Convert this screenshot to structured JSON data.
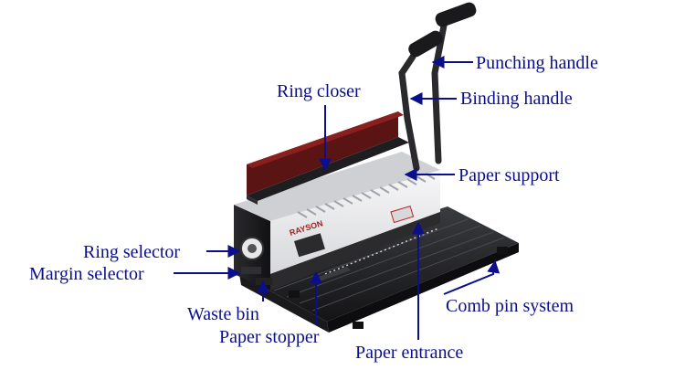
{
  "labels": {
    "punching_handle": "Punching handle",
    "binding_handle": "Binding handle",
    "ring_closer": "Ring closer",
    "paper_support": "Paper support",
    "ring_selector": "Ring selector",
    "margin_selector": "Margin selector",
    "waste_bin": "Waste bin",
    "paper_stopper": "Paper stopper",
    "paper_entrance": "Paper entrance",
    "comb_pin_system": "Comb pin system"
  },
  "machine": {
    "brand": "RAYSON"
  },
  "colors": {
    "label_text": "#0b0f8c",
    "arrow": "#0b0f8c",
    "machine_dark": "#1c1c1e",
    "machine_panel": "#e9eaec",
    "accent_red": "#8a1f1f"
  }
}
